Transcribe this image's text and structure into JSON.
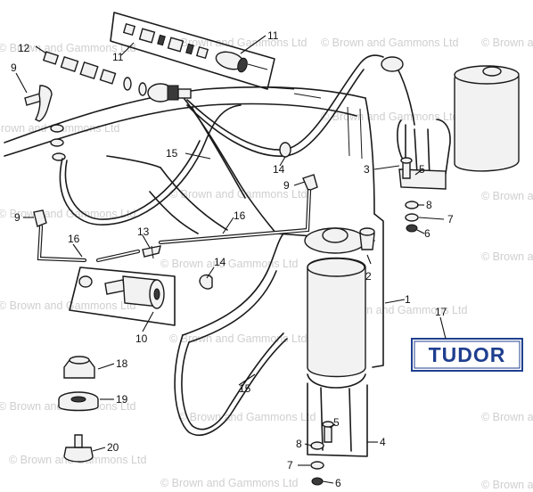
{
  "watermark": {
    "text": "© Brown and Gammons Ltd",
    "color": "#cfcfcf"
  },
  "brand": {
    "text": "TUDOR",
    "color": "#1f3f8f"
  },
  "callouts": [
    "1",
    "2",
    "3",
    "4",
    "5",
    "6",
    "7",
    "8",
    "9",
    "10",
    "11",
    "12",
    "13",
    "14",
    "15",
    "16",
    "17",
    "18",
    "19",
    "20"
  ]
}
